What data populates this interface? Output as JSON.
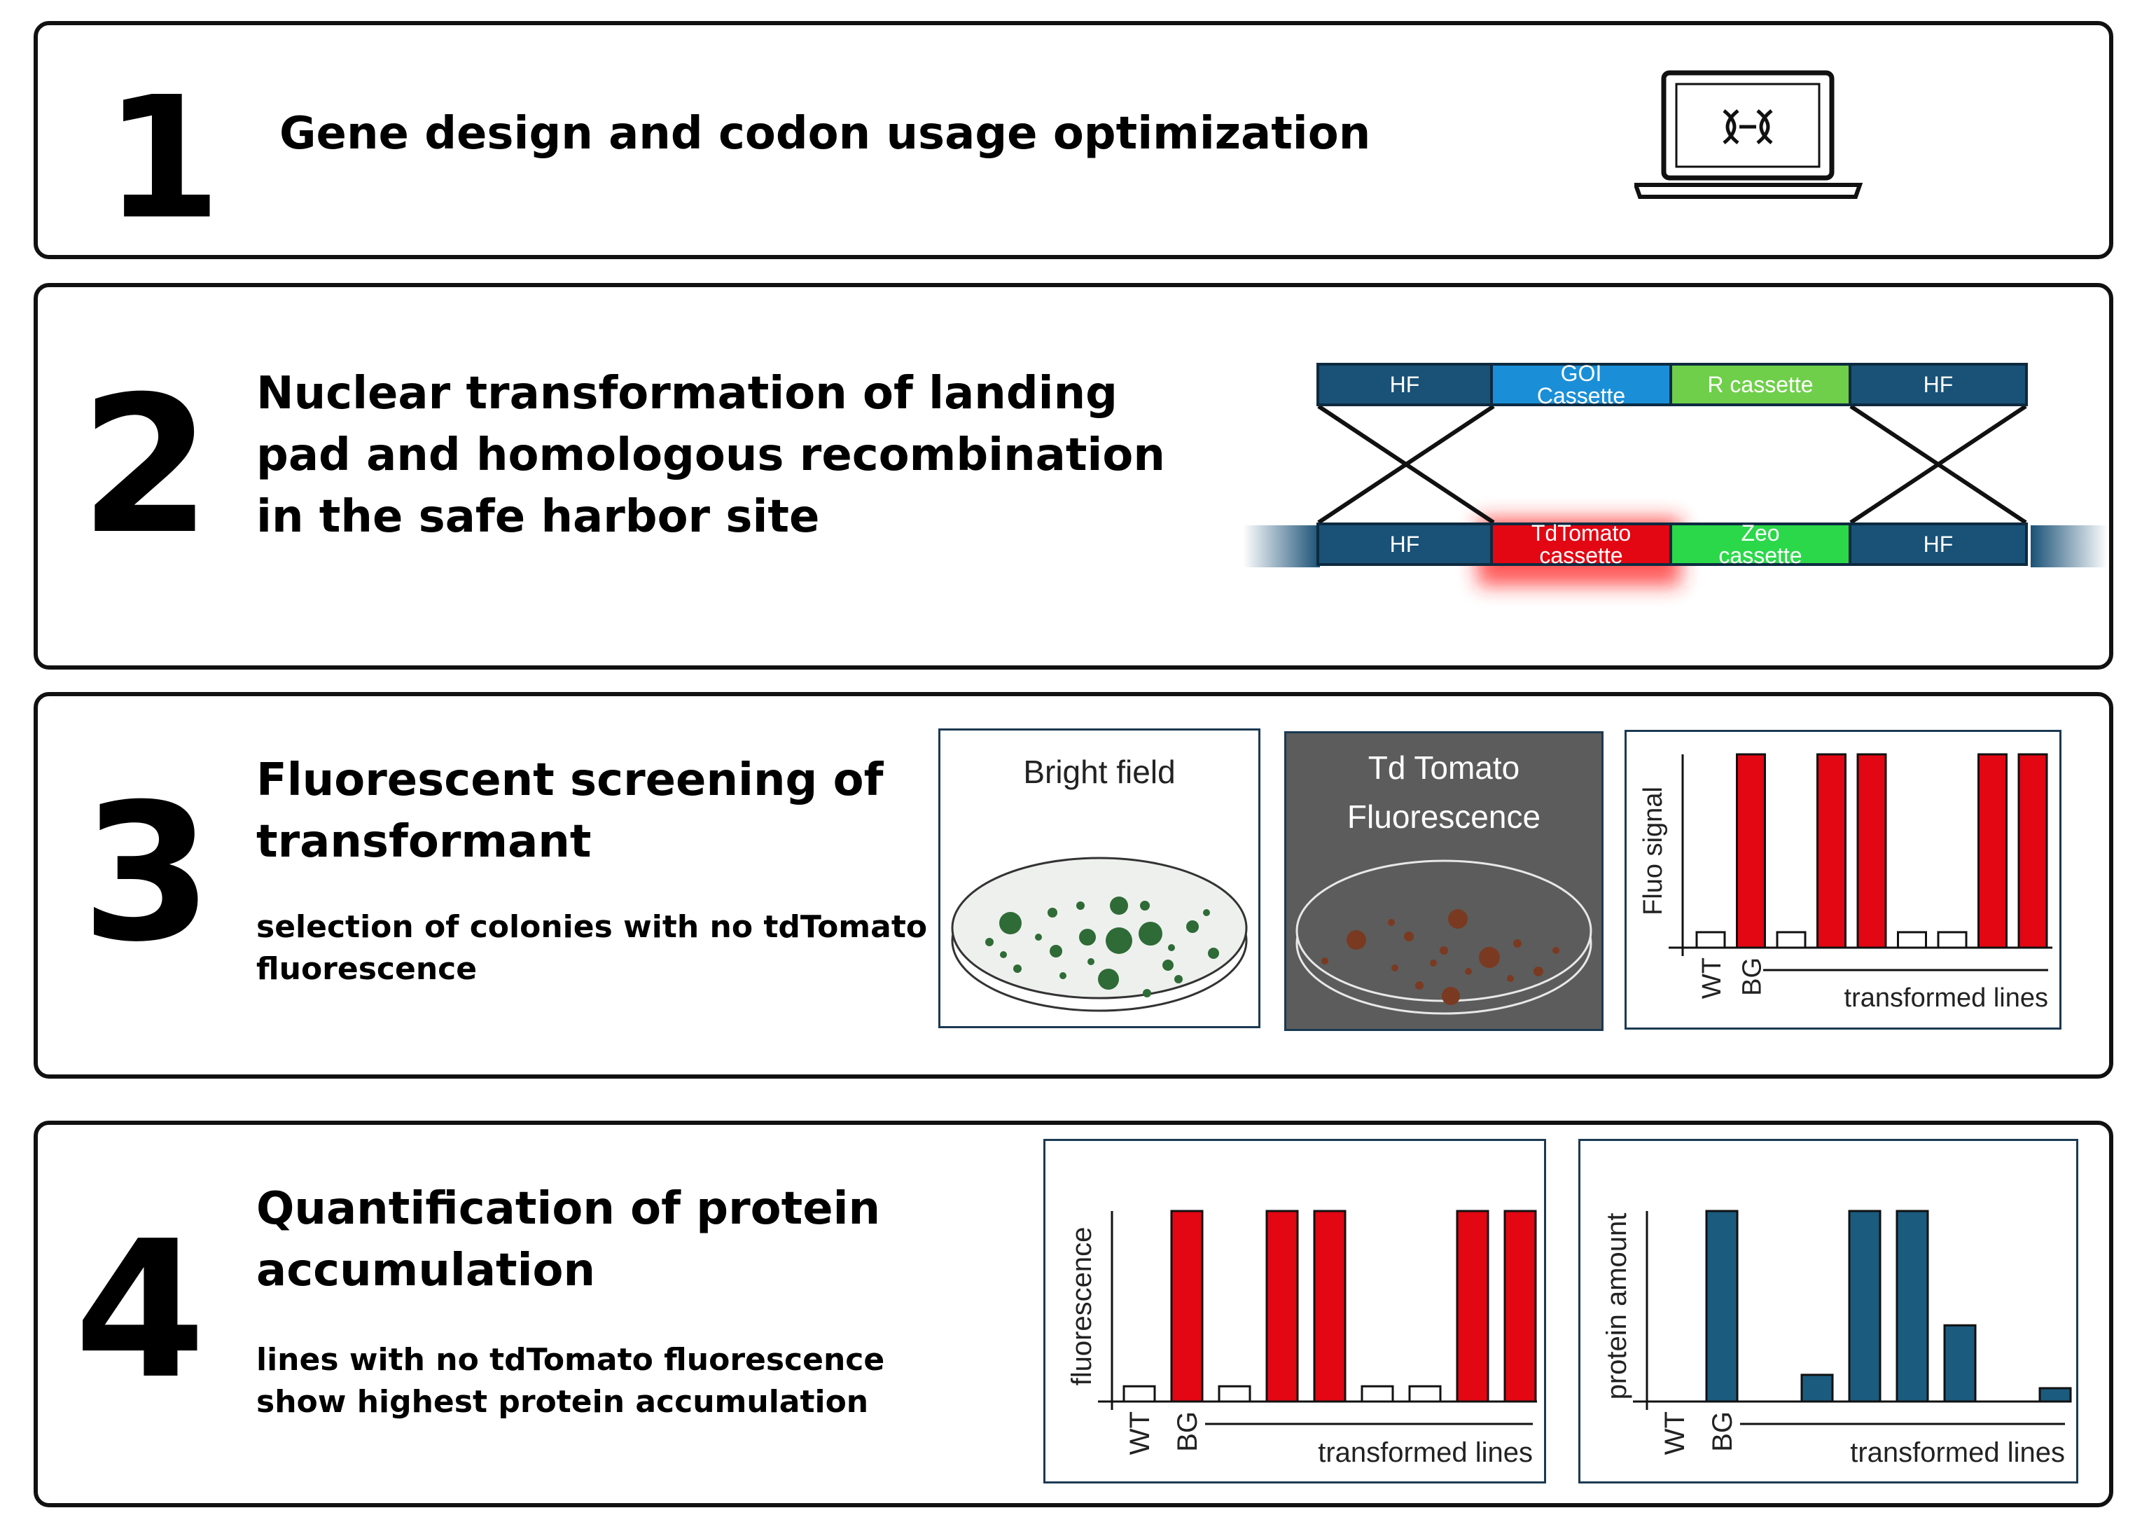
{
  "steps": [
    {
      "number": "1",
      "title": "Gene design and codon usage optimization"
    },
    {
      "number": "2",
      "title_lines": [
        "Nuclear transformation of landing",
        "pad and homologous recombination",
        "in the safe harbor site"
      ]
    },
    {
      "number": "3",
      "title_lines": [
        "Fluorescent screening of",
        "transformant"
      ],
      "sub_lines": [
        "selection of colonies with no tdTomato",
        "fluorescence"
      ]
    },
    {
      "number": "4",
      "title_lines": [
        "Quantification of protein",
        "accumulation"
      ],
      "sub_lines": [
        "lines with no tdTomato fluorescence",
        "show highest protein accumulation"
      ]
    }
  ],
  "construct": {
    "donor": [
      "HF",
      "GOI Cassette",
      "R cassette",
      "HF"
    ],
    "landing_pad": [
      "HF",
      "TdTomato cassette",
      "Zeo cassette",
      "HF"
    ]
  },
  "plates": {
    "bright_label": "Bright field",
    "fluor_label_1": "Td Tomato",
    "fluor_label_2": "Fluorescence"
  },
  "colors": {
    "hf": "#1a5176",
    "goi": "#1a8fd8",
    "r": "#6fcf4a",
    "red": "#e30613",
    "zeo": "#2bd84a",
    "navy": "#1b5b7e"
  },
  "chart_data": [
    {
      "type": "bar",
      "ylabel": "Fluo signal",
      "xlabel": "transformed lines",
      "categories": [
        "WT",
        "BG",
        "",
        "",
        "",
        "",
        "",
        "",
        ""
      ],
      "values": [
        0.08,
        1,
        0.08,
        1,
        1,
        0.08,
        0.08,
        1,
        1
      ]
    },
    {
      "type": "bar",
      "ylabel": "fluorescence",
      "xlabel": "transformed lines",
      "categories": [
        "WT",
        "BG",
        "",
        "",
        "",
        "",
        "",
        "",
        ""
      ],
      "values": [
        0.08,
        1,
        0.08,
        1,
        1,
        0.08,
        0.08,
        1,
        1
      ]
    },
    {
      "type": "bar",
      "ylabel": "protein amount",
      "xlabel": "transformed lines",
      "categories": [
        "WT",
        "BG",
        "",
        "",
        "",
        "",
        "",
        "",
        ""
      ],
      "values": [
        0,
        1,
        0,
        0.14,
        1,
        1,
        0.4,
        0,
        0.07
      ]
    }
  ]
}
